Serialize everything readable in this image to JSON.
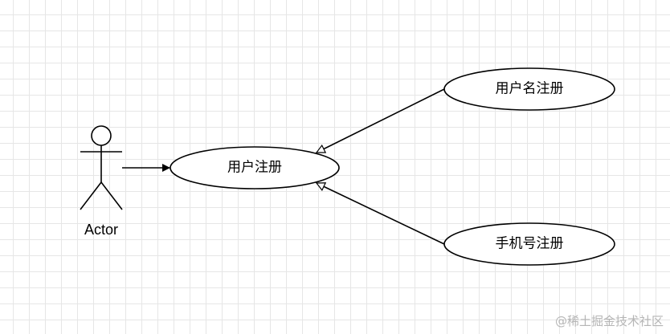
{
  "diagram": {
    "actor": {
      "label": "Actor"
    },
    "use_cases": {
      "main": {
        "label": "用户注册"
      },
      "username": {
        "label": "用户名注册"
      },
      "phone": {
        "label": "手机号注册"
      }
    },
    "relations": [
      {
        "from": "actor",
        "to": "main",
        "kind": "association"
      },
      {
        "from": "username",
        "to": "main",
        "kind": "generalization"
      },
      {
        "from": "phone",
        "to": "main",
        "kind": "generalization"
      }
    ]
  },
  "watermark": {
    "text": "@稀土掘金技术社区"
  },
  "colors": {
    "stroke": "#000000",
    "grid": "#e6e6e6",
    "watermark": "#b5b5b5"
  }
}
